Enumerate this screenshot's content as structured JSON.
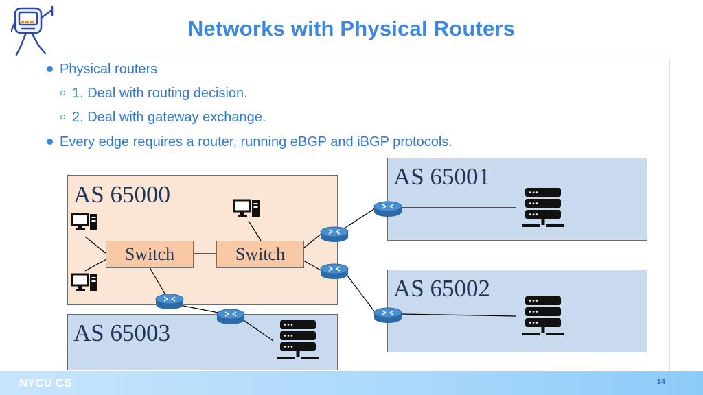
{
  "slide": {
    "title": "Networks with Physical Routers",
    "bullets": [
      {
        "level": 1,
        "text": "Physical routers"
      },
      {
        "level": 2,
        "text": "1. Deal with routing decision."
      },
      {
        "level": 2,
        "text": "2. Deal with gateway exchange."
      },
      {
        "level": 1,
        "text": "Every edge requires a router, running eBGP and iBGP protocols."
      }
    ]
  },
  "diagram": {
    "as_boxes": [
      {
        "id": "as65000",
        "label": "AS 65000",
        "fill": "#fbe6d6"
      },
      {
        "id": "as65001",
        "label": "AS 65001",
        "fill": "#c9d9ee"
      },
      {
        "id": "as65002",
        "label": "AS 65002",
        "fill": "#c9d9ee"
      },
      {
        "id": "as65003",
        "label": "AS 65003",
        "fill": "#c9d9ee"
      }
    ],
    "switches": [
      "Switch",
      "Switch"
    ],
    "icons": [
      "robot-logo-icon",
      "computer-icon",
      "router-icon",
      "server-icon"
    ]
  },
  "footer": {
    "left": "NYCU CS",
    "page": "14"
  },
  "colors": {
    "title": "#3c87e0",
    "bullet_text": "#2f78d2",
    "router_fill": "#3a7ec2",
    "switch_fill": "#f9c9a6"
  }
}
